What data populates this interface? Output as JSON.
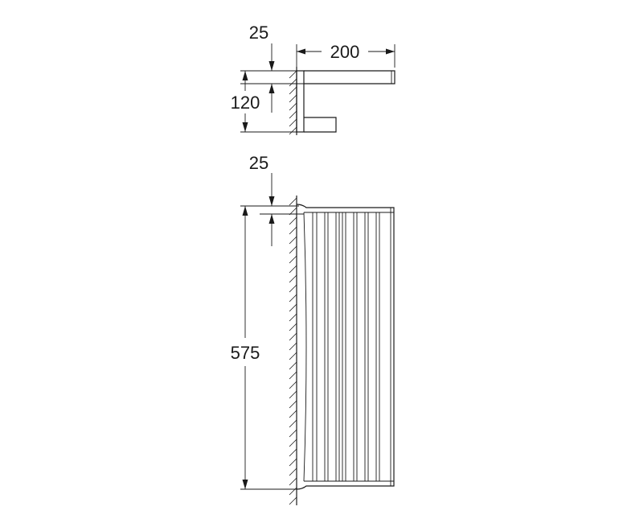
{
  "diagram": {
    "top_view": {
      "dim_offset_label": "25",
      "dim_depth_label": "200",
      "dim_height_label": "120"
    },
    "front_view": {
      "dim_offset_label": "25",
      "dim_length_label": "575"
    },
    "colors": {
      "line": "#1a1a1a",
      "background": "#ffffff"
    }
  }
}
